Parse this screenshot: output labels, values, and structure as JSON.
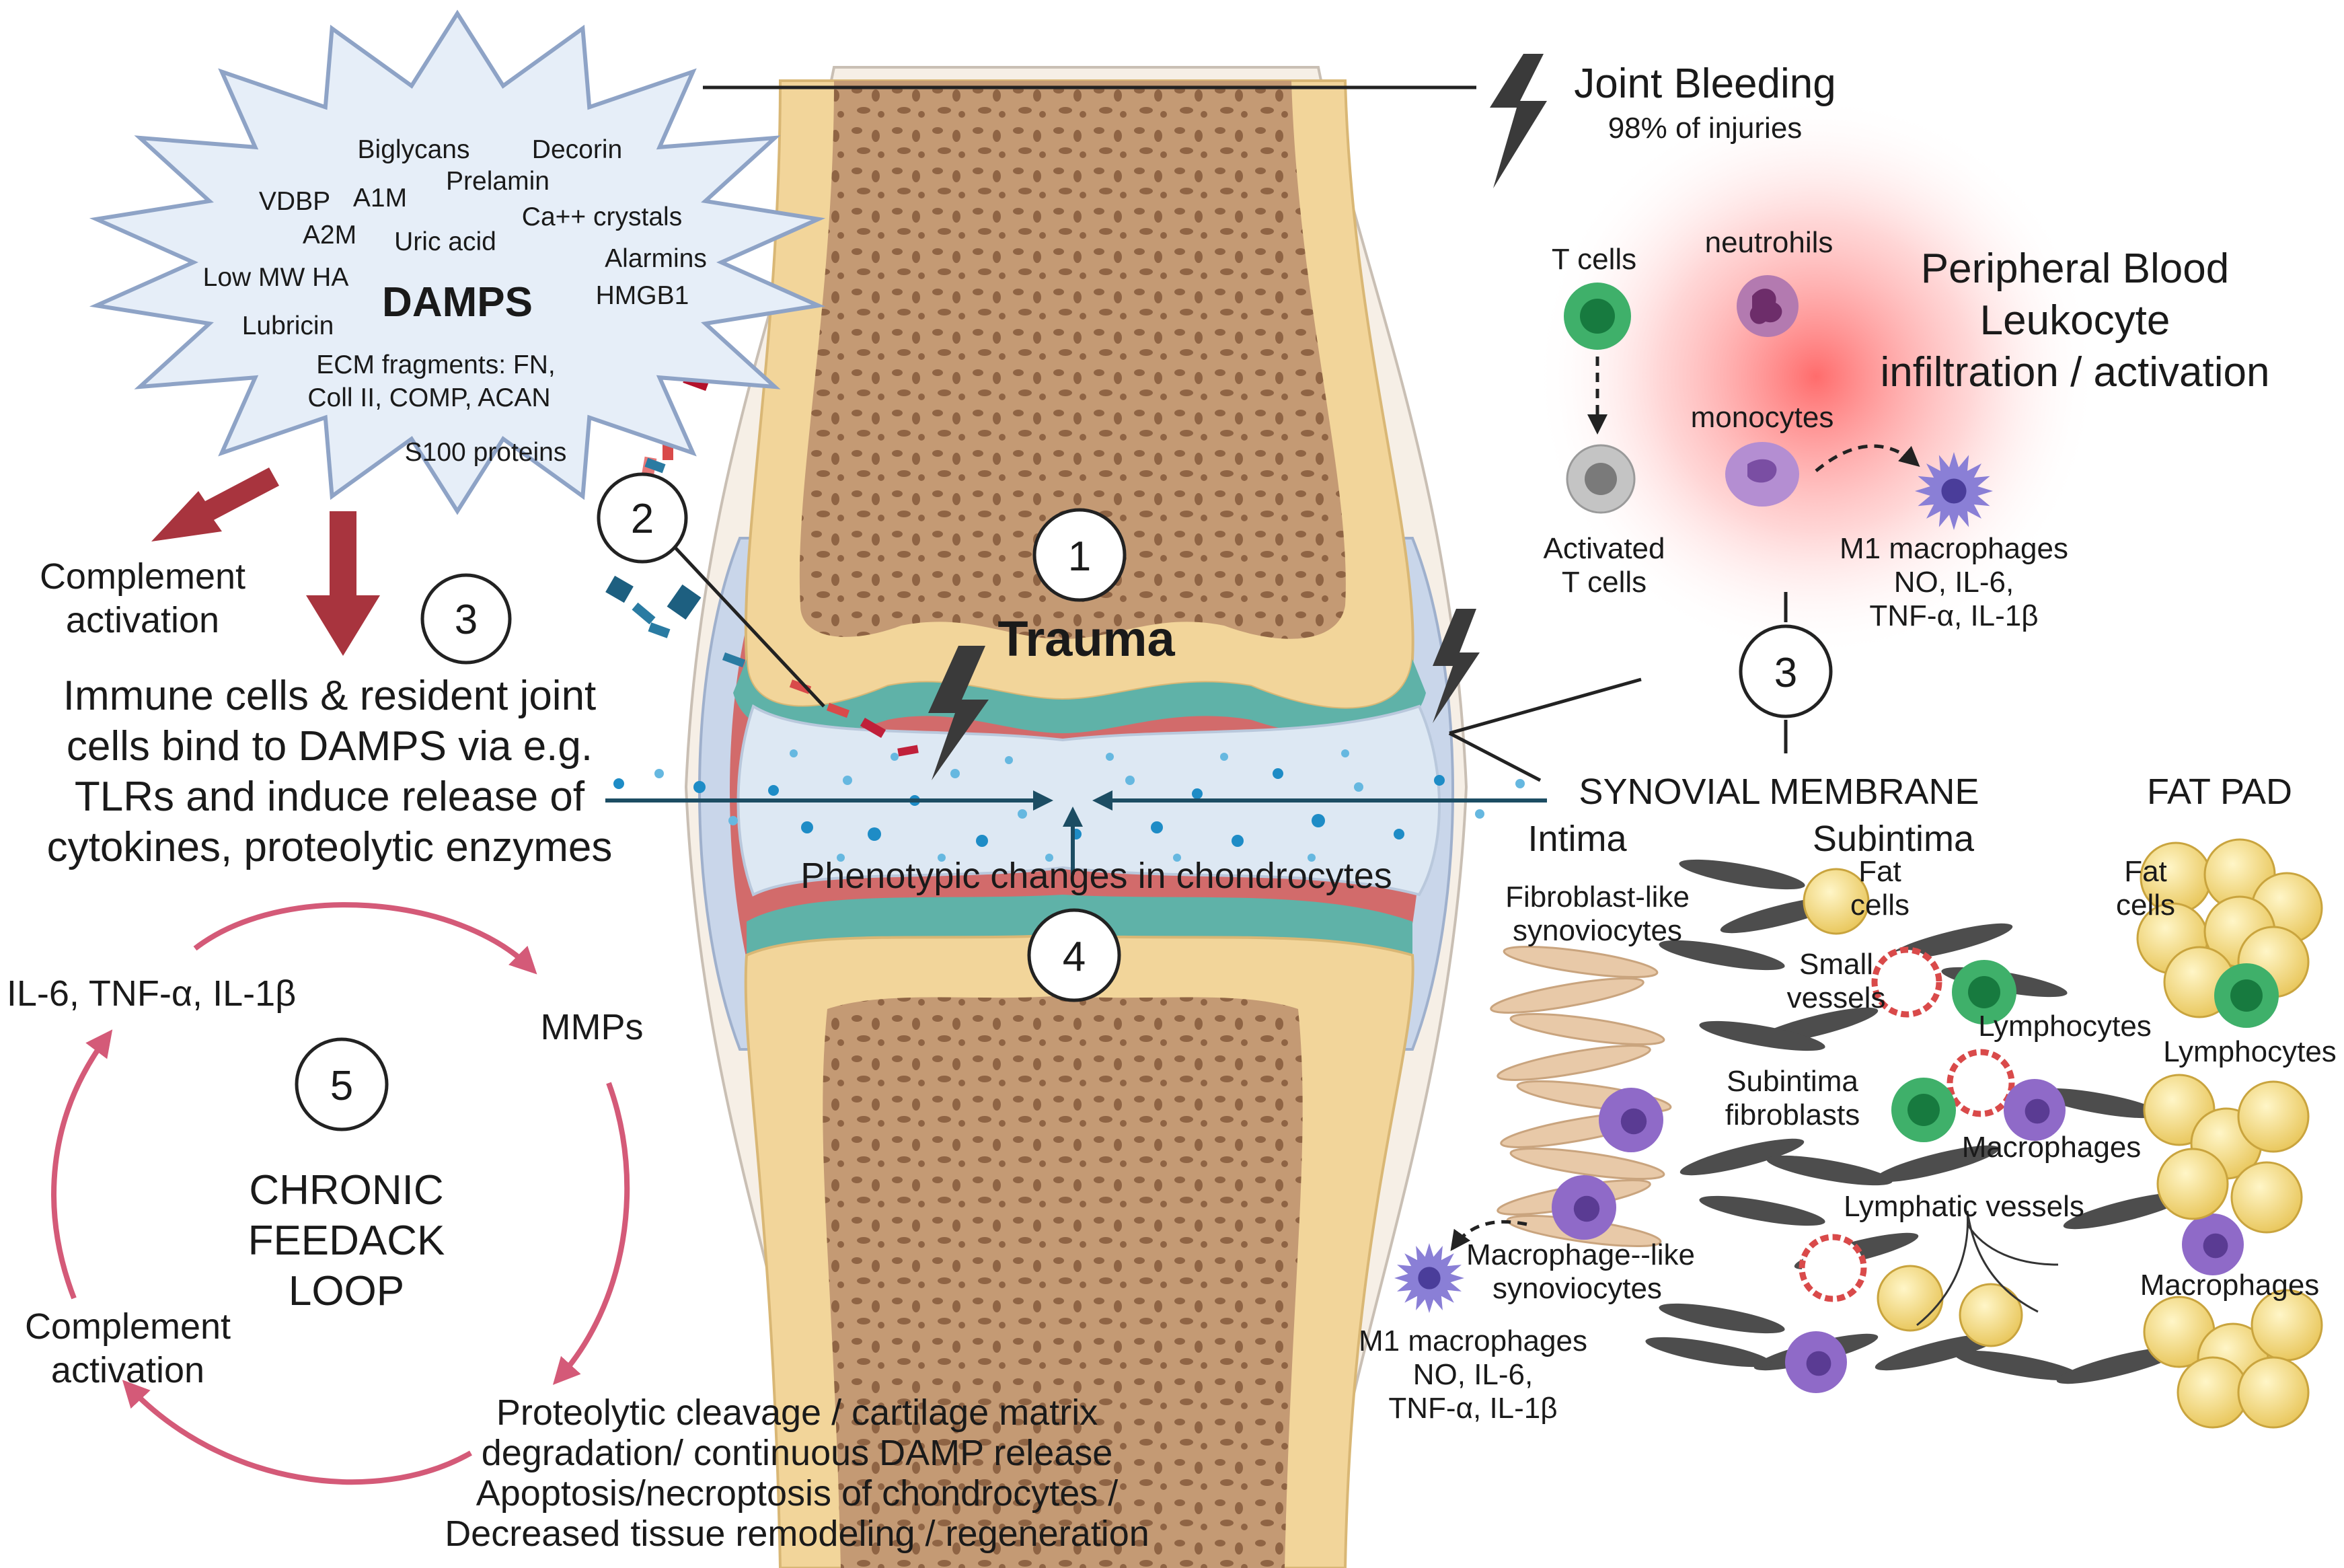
{
  "damps": {
    "title": "DAMPS",
    "items": [
      "Biglycans",
      "Decorin",
      "Prelamin",
      "VDBP",
      "A1M",
      "Ca++ crystals",
      "A2M",
      "Uric acid",
      "Alarmins",
      "Low MW HA",
      "HMGB1",
      "Lubricin",
      "ECM fragments: FN,",
      "Coll II, COMP, ACAN",
      "S100 proteins"
    ]
  },
  "bleeding": {
    "title": "Joint Bleeding",
    "subtitle": "98% of injuries"
  },
  "blood": {
    "title": [
      "Peripheral Blood",
      "Leukocyte",
      "infiltration / activation"
    ],
    "t_cells": "T cells",
    "neutrophils": "neutrohils",
    "activated": [
      "Activated",
      "T cells"
    ],
    "monocytes": "monocytes",
    "m1": [
      "M1 macrophages",
      "NO, IL-6,",
      "TNF-α, IL-1β"
    ]
  },
  "steps": {
    "s1": "1",
    "s2": "2",
    "s3": "3",
    "s3b": "3",
    "s4": "4",
    "s5": "5"
  },
  "trauma": "Trauma",
  "complement_top": [
    "Complement",
    "activation"
  ],
  "immune_text": [
    "Immune cells & resident joint",
    "cells bind to DAMPS via e.g.",
    "TLRs and induce release of",
    "cytokines, proteolytic enzymes"
  ],
  "phenotypic": "Phenotypic changes in chondrocytes",
  "loop": {
    "cytokines": "IL-6, TNF-α, IL-1β",
    "mmps": "MMPs",
    "title": [
      "CHRONIC",
      "FEEDACK",
      "LOOP"
    ],
    "complement": [
      "Complement",
      "activation"
    ],
    "proteolytic": [
      "Proteolytic cleavage / cartilage matrix",
      "degradation/ continuous DAMP release",
      "Apoptosis/necroptosis of chondrocytes /",
      "Decreased tissue remodeling /  regeneration"
    ]
  },
  "synovial": {
    "title": "SYNOVIAL MEMBRANE",
    "intima": "Intima",
    "subintima": "Subintima",
    "fibroblast_like": [
      "Fibroblast-like",
      "synoviocytes"
    ],
    "fat_cells": [
      "Fat",
      "cells"
    ],
    "small_vessels": [
      "Small",
      "vessels"
    ],
    "lymphocytes": "Lymphocytes",
    "subintima_fibroblasts": [
      "Subintima",
      "fibroblasts"
    ],
    "macrophages": "Macrophages",
    "lymphatic": "Lymphatic vessels",
    "macrophage_like": [
      "Macrophage--like",
      "synoviocytes"
    ],
    "m1": [
      "M1 macrophages",
      "NO, IL-6,",
      "TNF-α, IL-1β"
    ]
  },
  "fatpad": {
    "title": "FAT PAD",
    "fat_cells": [
      "Fat",
      "cells"
    ],
    "lymphocytes": "Lymphocytes",
    "macrophages": "Macrophages"
  },
  "colors": {
    "bone": "#c9a07a",
    "cartilage": "#f2d59a",
    "synovium": "#d26b6b",
    "fluid": "#dde8f3",
    "loop": "#d45a78",
    "arrow": "#a8343e",
    "tcell": "#3fb06a"
  }
}
